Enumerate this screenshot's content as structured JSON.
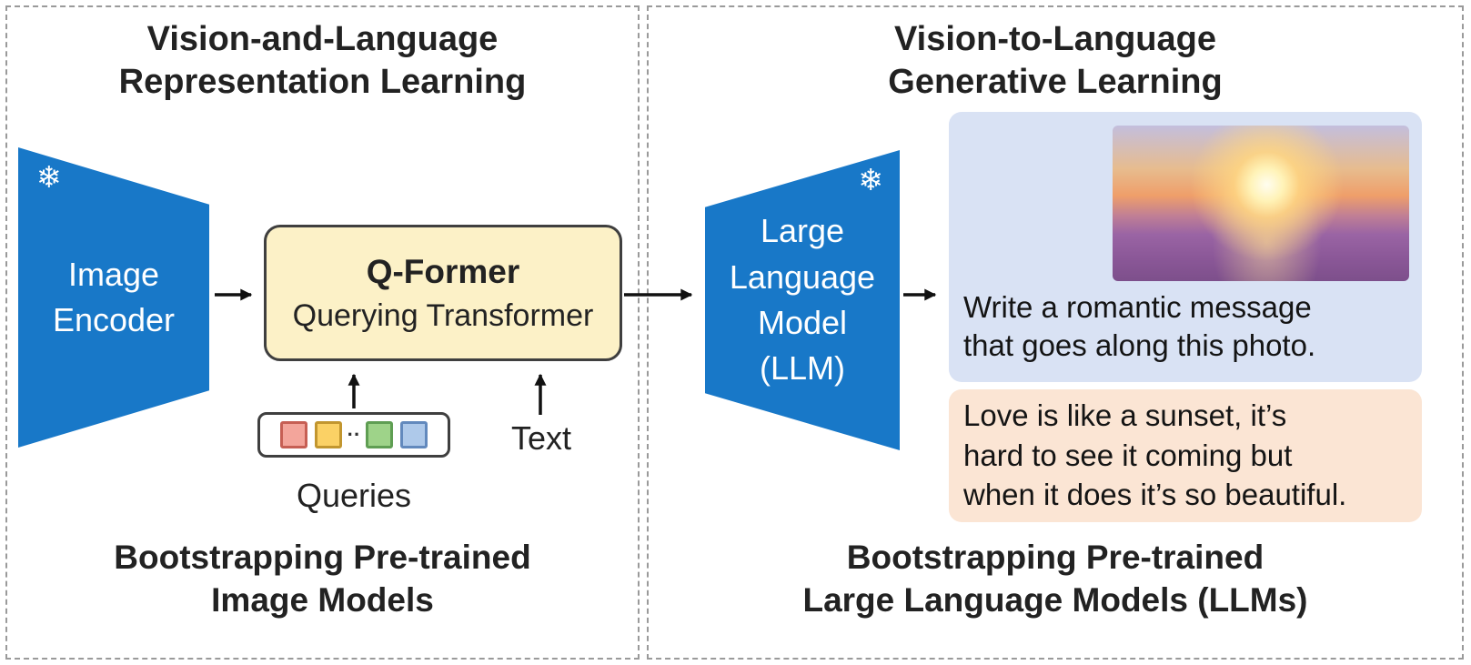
{
  "left": {
    "title": "Vision-and-Language\nRepresentation Learning",
    "encoder_label": "Image\nEncoder",
    "qformer_title": "Q-Former",
    "qformer_subtitle": "Querying Transformer",
    "queries_label": "Queries",
    "text_label": "Text",
    "caption": "Bootstrapping Pre-trained\nImage Models",
    "query_tokens": {
      "tokens": [
        {
          "fill": "#f3a59b",
          "border": "#c65f54"
        },
        {
          "fill": "#fbd165",
          "border": "#c2962f"
        },
        {
          "fill": "#9ed389",
          "border": "#5f9e53"
        },
        {
          "fill": "#aec9ea",
          "border": "#6289bd"
        }
      ],
      "ellipsis": "··",
      "ellipsis_after_index": 1
    }
  },
  "right": {
    "title": "Vision-to-Language\nGenerative Learning",
    "llm_label": "Large\nLanguage\nModel\n(LLM)",
    "prompt_text": "Write a romantic message\nthat goes along this photo.",
    "response_text": "Love is like a sunset, it’s\nhard to see it coming but\nwhen it does it’s so beautiful.",
    "caption": "Bootstrapping Pre-trained\nLarge Language Models (LLMs)"
  },
  "icons": {
    "snowflake": "❄"
  },
  "colors": {
    "encoder_blue": "#1878c8",
    "qformer_fill": "#fcf1c7",
    "box_border": "#3f3f3f",
    "prompt_fill": "#d9e2f4",
    "response_fill": "#fbe5d4",
    "dashed_border": "#9a9a9a",
    "arrow": "#111111"
  }
}
